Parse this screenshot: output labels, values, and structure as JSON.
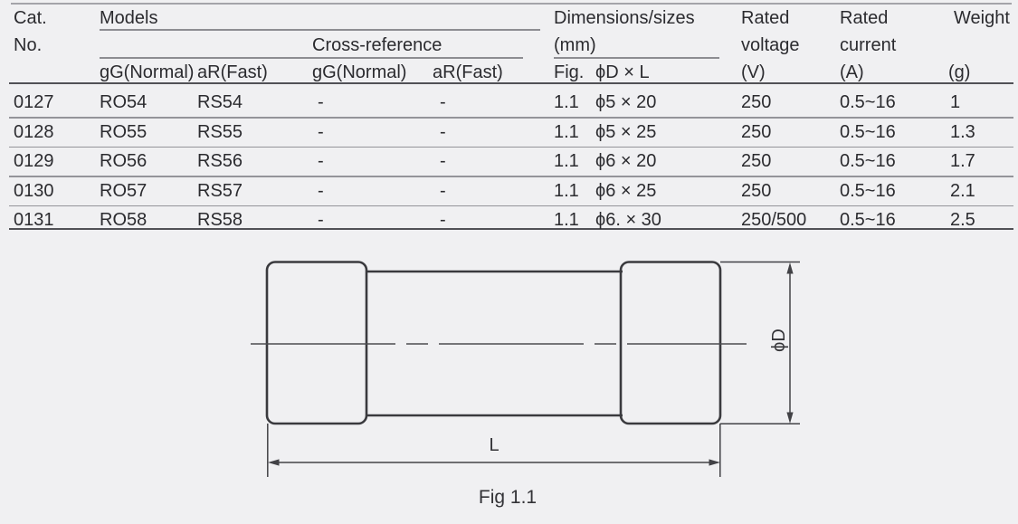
{
  "table": {
    "header": {
      "cat_line1": "Cat.",
      "cat_line2": "No.",
      "models": "Models",
      "cross_reference": "Cross-reference",
      "dimensions_line1": "Dimensions/sizes",
      "dimensions_line2": "(mm)",
      "rated_voltage_line1": "Rated",
      "rated_voltage_line2": "voltage",
      "rated_voltage_unit": "(V)",
      "rated_current_line1": "Rated",
      "rated_current_line2": "current",
      "rated_current_unit": "(A)",
      "weight": "Weight",
      "weight_unit": "(g)",
      "sub_models_gg": "gG(Normal)",
      "sub_models_ar": "aR(Fast)",
      "sub_xref_gg": "gG(Normal)",
      "sub_xref_ar": "aR(Fast)",
      "fig": "Fig.",
      "d_by_l": "ϕD × L"
    },
    "rows": [
      {
        "cat": "0127",
        "gg": "RO54",
        "ar": "RS54",
        "xg": "-",
        "xa": "-",
        "fig": "1.1",
        "dxl": "ϕ5 × 20",
        "v": "250",
        "a": "0.5~16",
        "g": "1"
      },
      {
        "cat": "0128",
        "gg": "RO55",
        "ar": "RS55",
        "xg": "-",
        "xa": "-",
        "fig": "1.1",
        "dxl": "ϕ5 × 25",
        "v": "250",
        "a": "0.5~16",
        "g": "1.3"
      },
      {
        "cat": "0129",
        "gg": "RO56",
        "ar": "RS56",
        "xg": "-",
        "xa": "-",
        "fig": "1.1",
        "dxl": "ϕ6 × 20",
        "v": "250",
        "a": "0.5~16",
        "g": "1.7"
      },
      {
        "cat": "0130",
        "gg": "RO57",
        "ar": "RS57",
        "xg": "-",
        "xa": "-",
        "fig": "1.1",
        "dxl": "ϕ6 × 25",
        "v": "250",
        "a": "0.5~16",
        "g": "2.1"
      },
      {
        "cat": "0131",
        "gg": "RO58",
        "ar": "RS58",
        "xg": "-",
        "xa": "-",
        "fig": "1.1",
        "dxl": "ϕ6. × 30",
        "v": "250/500",
        "a": "0.5~16",
        "g": "2.5"
      }
    ]
  },
  "diagram": {
    "diameter_label": "ϕD",
    "length_label": "L",
    "caption": "Fig 1.1"
  },
  "colors": {
    "background": "#f0f0f2",
    "text": "#2b2b2f",
    "rule_dark": "#515156",
    "rule_light": "#94949a",
    "drawing_stroke": "#3a3a3e"
  }
}
